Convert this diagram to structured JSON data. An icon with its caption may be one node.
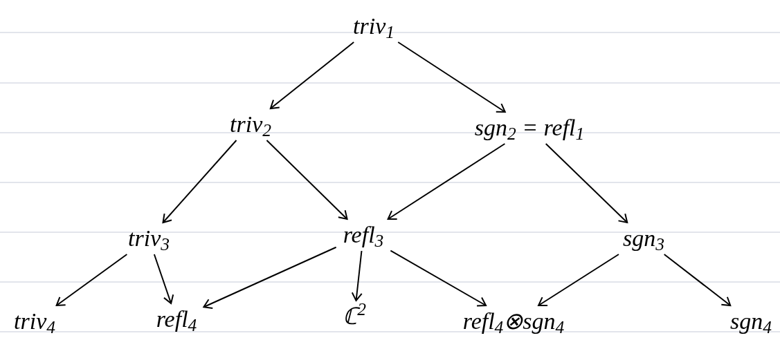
{
  "diagram": {
    "nodes": [
      {
        "text": [
          "triv$_{1}$"
        ]
      },
      {
        "text": [
          "triv$_{2}$"
        ]
      },
      {
        "text": [
          "sgn$_{2}$ = refl$_{1}$"
        ]
      },
      {
        "text": [
          "triv$_{3}$"
        ]
      },
      {
        "text": [
          "refl$_{3}$"
        ]
      },
      {
        "text": [
          "sgn$_{3}$"
        ]
      },
      {
        "text": [
          "triv$_{4}$"
        ]
      },
      {
        "text": [
          "refl$_{4}$"
        ]
      },
      {
        "text": [
          "ℂ$^{2}$"
        ]
      },
      {
        "text": [
          "refl$_{4}$⊗sgn$_{4}$"
        ]
      },
      {
        "text": [
          "sgn$_{4}$"
        ]
      }
    ],
    "edges": [
      {
        "from": 0,
        "to": 1,
        "arrow": "to"
      },
      {
        "from": 0,
        "to": 2,
        "arrow": "to"
      },
      {
        "from": 1,
        "to": 3,
        "arrow": "to"
      },
      {
        "from": 1,
        "to": 4,
        "arrow": "to"
      },
      {
        "from": 2,
        "to": 4,
        "arrow": "to"
      },
      {
        "from": 2,
        "to": 5,
        "arrow": "to"
      },
      {
        "from": 3,
        "to": 6,
        "arrow": "to"
      },
      {
        "from": 3,
        "to": 7,
        "arrow": "to"
      },
      {
        "from": 4,
        "to": 7,
        "arrow": "to"
      },
      {
        "from": 4,
        "to": 8,
        "arrow": "to"
      },
      {
        "from": 4,
        "to": 9,
        "arrow": "to"
      },
      {
        "from": 5,
        "to": 9,
        "arrow": "to"
      },
      {
        "from": 5,
        "to": 10,
        "arrow": "to"
      }
    ]
  }
}
